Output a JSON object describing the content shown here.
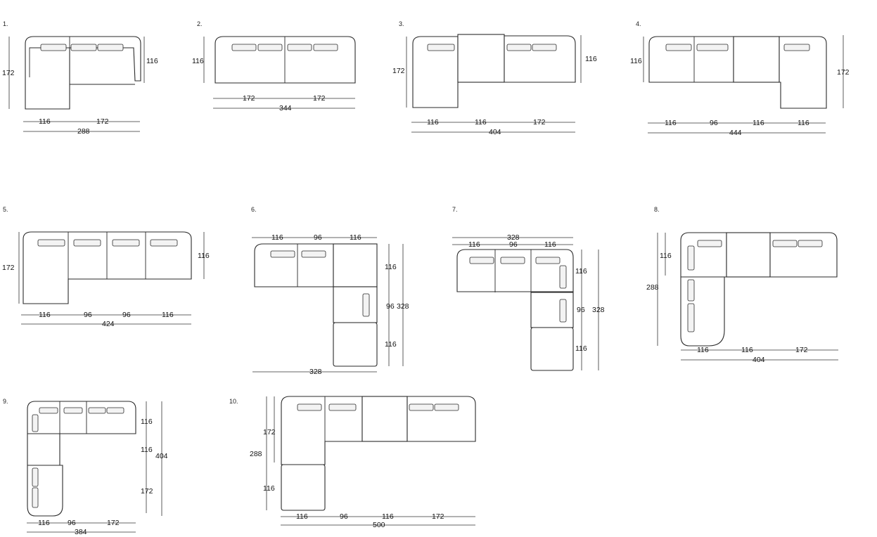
{
  "labels": {
    "c1": "1.",
    "c2": "2.",
    "c3": "3.",
    "c4": "4.",
    "c5": "5.",
    "c6": "6.",
    "c7": "7.",
    "c8": "8.",
    "c9": "9.",
    "c10": "10."
  },
  "dims": {
    "c1": {
      "height_left": "172",
      "height_right": "116",
      "seg1": "116",
      "seg2": "172",
      "total": "288"
    },
    "c2": {
      "height_left": "116",
      "seg1": "172",
      "seg2": "172",
      "total": "344"
    },
    "c3": {
      "height_left": "172",
      "height_right": "116",
      "seg1": "116",
      "seg2": "116",
      "seg3": "172",
      "total": "404"
    },
    "c4": {
      "height_left": "116",
      "height_right": "172",
      "seg1": "116",
      "seg2": "96",
      "seg3": "116",
      "seg4": "116",
      "total": "444"
    },
    "c5": {
      "height_left": "172",
      "height_right": "116",
      "seg1": "116",
      "seg2": "96",
      "seg3": "96",
      "seg4": "116",
      "total": "424"
    },
    "c6": {
      "top1": "116",
      "top2": "96",
      "top3": "116",
      "r1": "116",
      "r2": "96",
      "r3": "116",
      "right_total": "328",
      "bottom_total": "328"
    },
    "c7": {
      "top_total": "328",
      "top1": "116",
      "top2": "96",
      "top3": "116",
      "r1": "116",
      "r2": "96",
      "r3": "116",
      "right_total": "328"
    },
    "c8": {
      "left1": "116",
      "left_total": "288",
      "seg1": "116",
      "seg2": "116",
      "seg3": "172",
      "total": "404"
    },
    "c9": {
      "r1": "116",
      "r2": "116",
      "r3": "172",
      "right_total": "404",
      "seg1": "116",
      "seg2": "96",
      "seg3": "172",
      "total": "384"
    },
    "c10": {
      "left1": "172",
      "left2": "116",
      "left_total": "288",
      "seg1": "116",
      "seg2": "96",
      "seg3": "116",
      "seg4": "172",
      "total": "500"
    }
  },
  "colors": {
    "stroke": "#2a2a2a",
    "text": "#222222",
    "background": "#ffffff"
  }
}
